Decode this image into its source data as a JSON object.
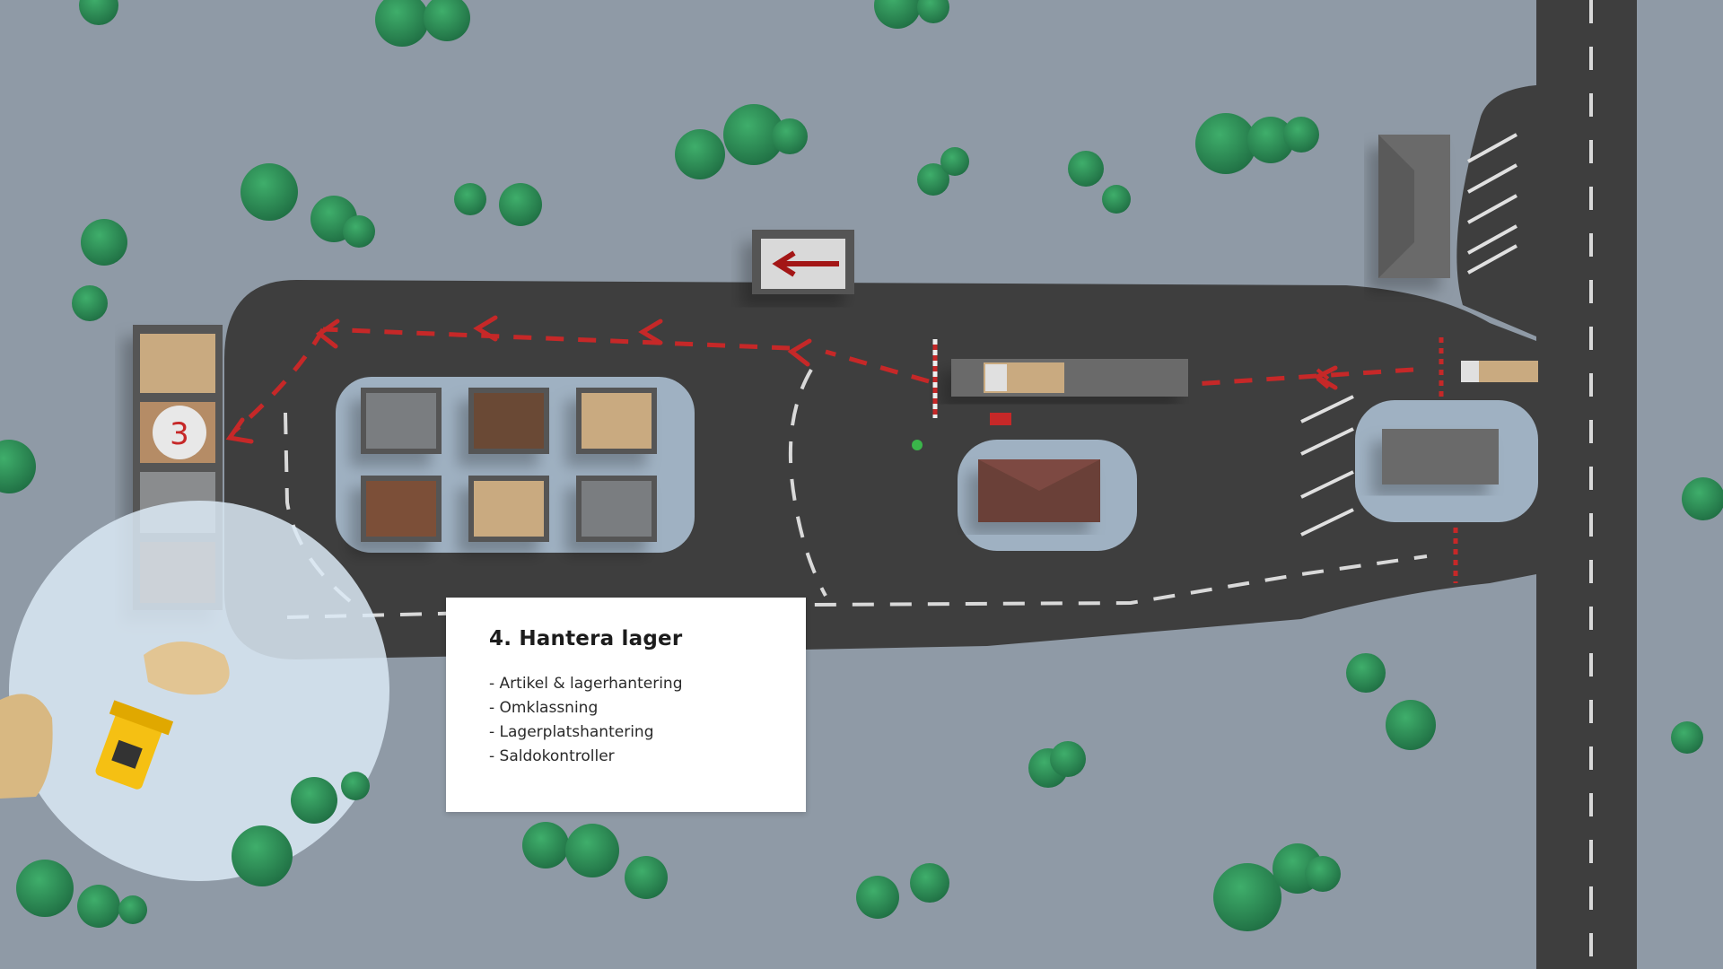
{
  "info_card": {
    "title": "4. Hantera lager",
    "items": [
      "- Artikel & lagerhantering",
      "- Omklassning",
      "- Lagerplatshantering",
      "- Saldokontroller"
    ]
  },
  "step_badge": {
    "number": "3"
  },
  "colors": {
    "ground": "#8f9aa6",
    "road": "#3e3e3e",
    "road_marking": "#d9d9d9",
    "route_arrow": "#c62828",
    "tree": "#2e8b57",
    "highlight": "#dbe9f4"
  },
  "icons": {
    "direction_sign": "left-arrow-icon",
    "route": "dashed-arrow-icon"
  }
}
